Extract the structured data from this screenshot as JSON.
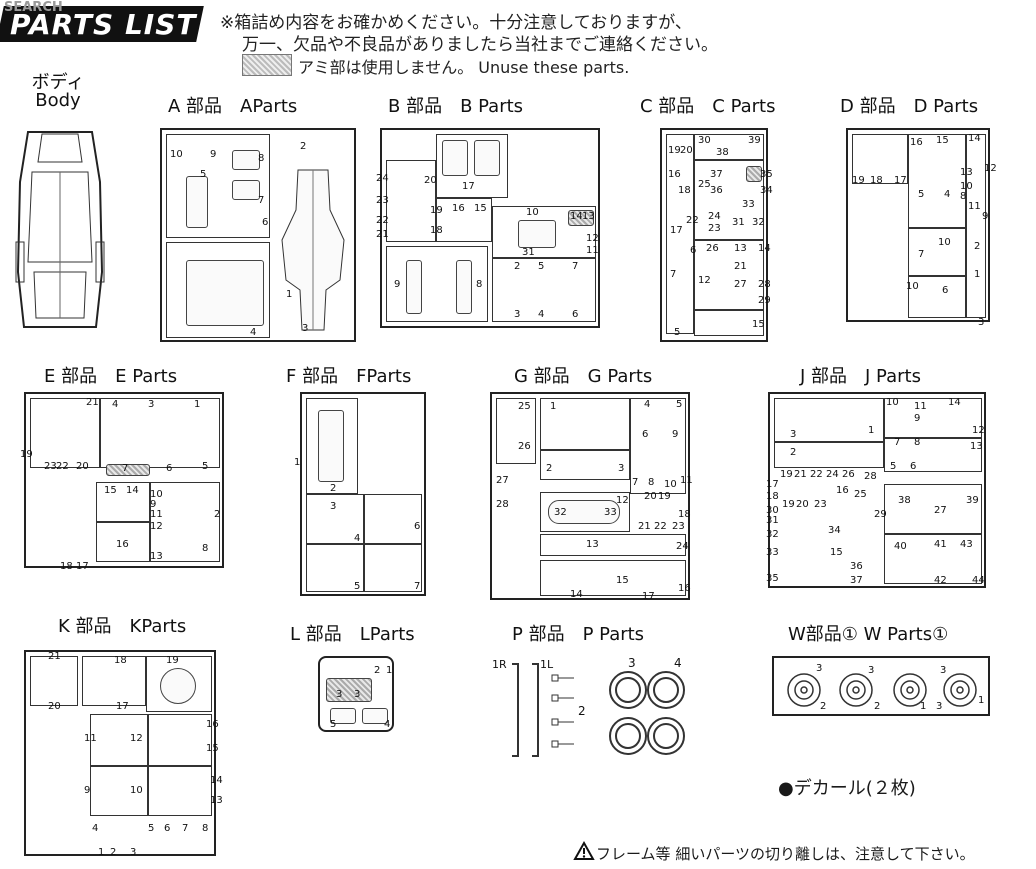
{
  "header": {
    "title": "PARTS LIST",
    "watermark": "SEARCH",
    "note_line1": "※箱詰め内容をお確かめください。十分注意しておりますが、",
    "note_line2": "万一、欠品や不良品がありましたら当社までご連絡ください。",
    "unuse_note": "アミ部は使用しません。 Unuse these parts."
  },
  "labels": {
    "body": "ボディ",
    "body_en": "Body",
    "a": "A 部品　AParts",
    "b": "B 部品　B  Parts",
    "c": "C 部品　C  Parts",
    "d": "D 部品　D  Parts",
    "e": "E 部品　E  Parts",
    "f": "F 部品　FParts",
    "g": "G 部品　G  Parts",
    "j": "J 部品　J  Parts",
    "k": "K 部品　KParts",
    "l": "L 部品　LParts",
    "p": "P 部品　P  Parts",
    "w": "W部品①  W Parts①"
  },
  "decal": "●デカール(２枚)",
  "footer": "フレーム等 細いパーツの切り離しは、注意して下さい。",
  "numbers": {
    "a": [
      "10",
      "9",
      "8",
      "2",
      "5",
      "7",
      "6",
      "1",
      "4",
      "3"
    ],
    "b": [
      "24",
      "20",
      "23",
      "17",
      "19",
      "22",
      "18",
      "16",
      "15",
      "21",
      "10",
      "14",
      "13",
      "12",
      "11",
      "9",
      "8",
      "31",
      "2",
      "3",
      "5",
      "4",
      "7",
      "6"
    ],
    "c": [
      "30",
      "39",
      "19",
      "20",
      "38",
      "16",
      "18",
      "37",
      "35",
      "36",
      "34",
      "25",
      "24",
      "31",
      "22",
      "23",
      "32",
      "33",
      "17",
      "26",
      "14",
      "13",
      "12",
      "21",
      "27",
      "28",
      "29",
      "15",
      "5",
      "6",
      "7"
    ],
    "d": [
      "14",
      "16",
      "15",
      "13",
      "12",
      "19",
      "18",
      "17",
      "11",
      "9",
      "10",
      "5",
      "8",
      "4",
      "10",
      "7",
      "10",
      "6",
      "3",
      "2",
      "1"
    ],
    "e": [
      "21",
      "4",
      "3",
      "1",
      "19",
      "23",
      "22",
      "20",
      "7",
      "6",
      "5",
      "15",
      "14",
      "10",
      "11",
      "9",
      "2",
      "12",
      "16",
      "13",
      "18",
      "17",
      "8"
    ],
    "f": [
      "1",
      "2",
      "3",
      "4",
      "6",
      "5",
      "7"
    ],
    "g": [
      "25",
      "1",
      "4",
      "5",
      "26",
      "6",
      "9",
      "27",
      "2",
      "3",
      "7",
      "8",
      "10",
      "11",
      "28",
      "32",
      "33",
      "12",
      "20",
      "19",
      "18",
      "21",
      "22",
      "23",
      "13",
      "24",
      "14",
      "15",
      "17",
      "16"
    ],
    "j": [
      "10",
      "11",
      "14",
      "9",
      "1",
      "12",
      "7",
      "8",
      "13",
      "6",
      "5",
      "3",
      "2",
      "19",
      "21",
      "22",
      "24",
      "26",
      "28",
      "17",
      "18",
      "25",
      "20",
      "19",
      "23",
      "30",
      "31",
      "32",
      "33",
      "29",
      "27",
      "34",
      "35",
      "36",
      "37",
      "38",
      "39",
      "40",
      "41",
      "42",
      "43",
      "44",
      "16",
      "15"
    ],
    "k": [
      "21",
      "18",
      "19",
      "20",
      "17",
      "11",
      "12",
      "16",
      "15",
      "9",
      "10",
      "14",
      "13",
      "4",
      "5",
      "6",
      "7",
      "8",
      "1",
      "2",
      "3"
    ],
    "l": [
      "5",
      "4",
      "3",
      "3",
      "1",
      "2"
    ],
    "p": [
      "1R",
      "1L",
      "2",
      "3",
      "4"
    ],
    "w": [
      "3",
      "3",
      "3",
      "2",
      "2",
      "1",
      "3",
      "1"
    ]
  }
}
